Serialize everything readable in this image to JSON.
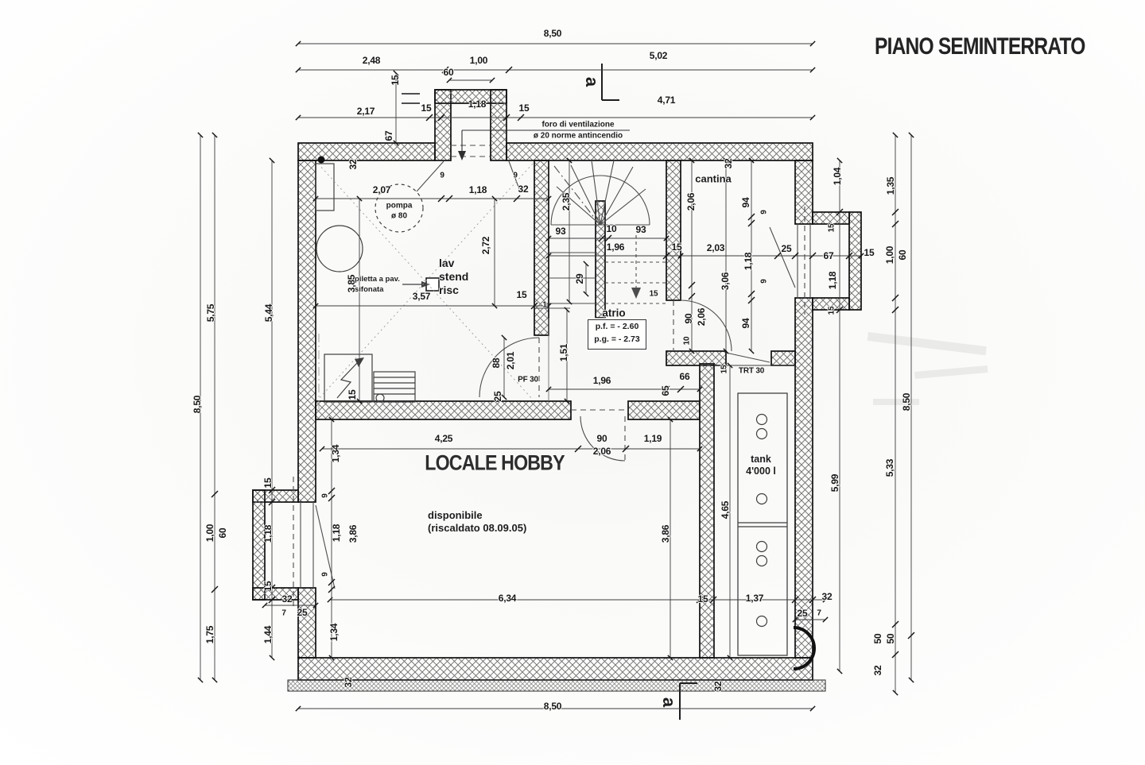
{
  "title": "PIANO SEMINTERRATO",
  "section_marker": "a",
  "rooms": {
    "hobby": "LOCALE HOBBY",
    "hobby_note1": "disponibile",
    "hobby_note2": "(riscaldato 08.09.05)",
    "lav1": "lav",
    "lav2": "stend",
    "lav3": "risc",
    "atrio": "atrio",
    "cantina": "cantina"
  },
  "levels": {
    "pf": "p.f. = - 2.60",
    "pg": "p.g. = - 2.73"
  },
  "equipment": {
    "pompa1": "pompa",
    "pompa2": "ø 80",
    "piletta1": "piletta a pav.",
    "piletta2": "sifonata",
    "tank1": "tank",
    "tank2": "4'000 l"
  },
  "notes": {
    "vent1": "foro di ventilazione",
    "vent2": "ø 20 norme antincendio"
  },
  "dims": [
    "8,50",
    "2,48",
    "1,00",
    "5,02",
    "60",
    "15",
    "2,17",
    "15",
    "1,18",
    "15",
    "4,71",
    "67",
    "32",
    "32",
    "9",
    "9",
    "2,07",
    "1,18",
    "32",
    "2,35",
    "2,06",
    "94",
    "1,04",
    "1,35",
    "9",
    "93",
    "10",
    "93",
    "2,72",
    "1,96",
    "15",
    "2,03",
    "25",
    "67",
    "15",
    "1,18",
    "15",
    "1,00",
    "60",
    "1,18",
    "15",
    "3,57",
    "15",
    "3,85",
    "29",
    "3,06",
    "9",
    "15",
    "90",
    "2,06",
    "94",
    "10",
    "1",
    "1,51",
    "88",
    "2,01",
    "PF 30",
    "25",
    "15",
    "15",
    "TRT 30",
    "1,96",
    "66",
    "65",
    "5,75",
    "5,44",
    "8,50",
    "1,00",
    "60",
    "15",
    "1,18",
    "15",
    "1,75",
    "1,44",
    "32",
    "7",
    "25",
    "4,25",
    "90",
    "2,06",
    "1,19",
    "1,34",
    "9",
    "1,18",
    "3,86",
    "9",
    "3,86",
    "4,65",
    "1,34",
    "5,99",
    "5,33",
    "8,50",
    "50",
    "50",
    "32",
    "6,34",
    "15",
    "1,37",
    "32",
    "25",
    "7",
    "32",
    "32",
    "8,50"
  ]
}
